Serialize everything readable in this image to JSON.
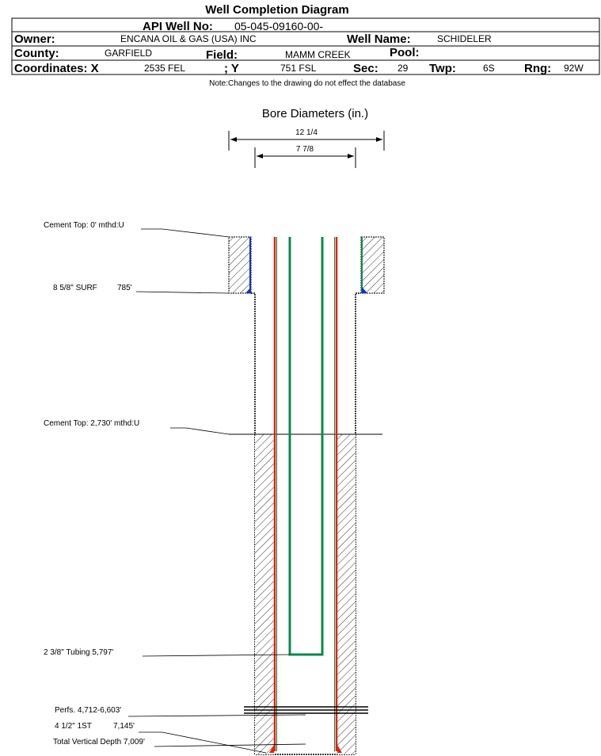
{
  "title": "Well Completion Diagram",
  "header": {
    "api_label": "API Well No:",
    "api_value": "05-045-09160-00-",
    "owner_label": "Owner:",
    "owner_value": "ENCANA OIL & GAS (USA) INC",
    "wellname_label": "Well Name:",
    "wellname_value": "SCHIDELER",
    "county_label": "County:",
    "county_value": "GARFIELD",
    "field_label": "Field:",
    "field_value": "MAMM CREEK",
    "pool_label": "Pool:",
    "coordx_label": "Coordinates: X",
    "coordx_value": "2535 FEL",
    "coordy_label": "; Y",
    "coordy_value": "751 FSL",
    "sec_label": "Sec:",
    "sec_value": "29",
    "twp_label": "Twp:",
    "twp_value": "6S",
    "rng_label": "Rng:",
    "rng_value": "92W"
  },
  "note": "Note:Changes to the drawing do not effect the database",
  "bore": {
    "title": "Bore Diameters (in.)",
    "outer": "12 1/4",
    "inner": "7 7/8"
  },
  "labels": {
    "cement_top_1": "Cement Top: 0' mthd:U",
    "surf_casing": "8 5/8\" SURF",
    "surf_depth": "785'",
    "cement_top_2": "Cement Top: 2,730' mthd:U",
    "tubing": "2 3/8\" Tubing 5,797'",
    "perfs": "Perfs. 4,712-6,603'",
    "prod_casing": "4 1/2\" 1ST",
    "prod_depth": "7,145'",
    "tvd": "Total Vertical Depth 7,009'"
  },
  "colors": {
    "casing": "#e8200c",
    "tubing": "#0a8a4a",
    "surface": "#1030d0"
  }
}
